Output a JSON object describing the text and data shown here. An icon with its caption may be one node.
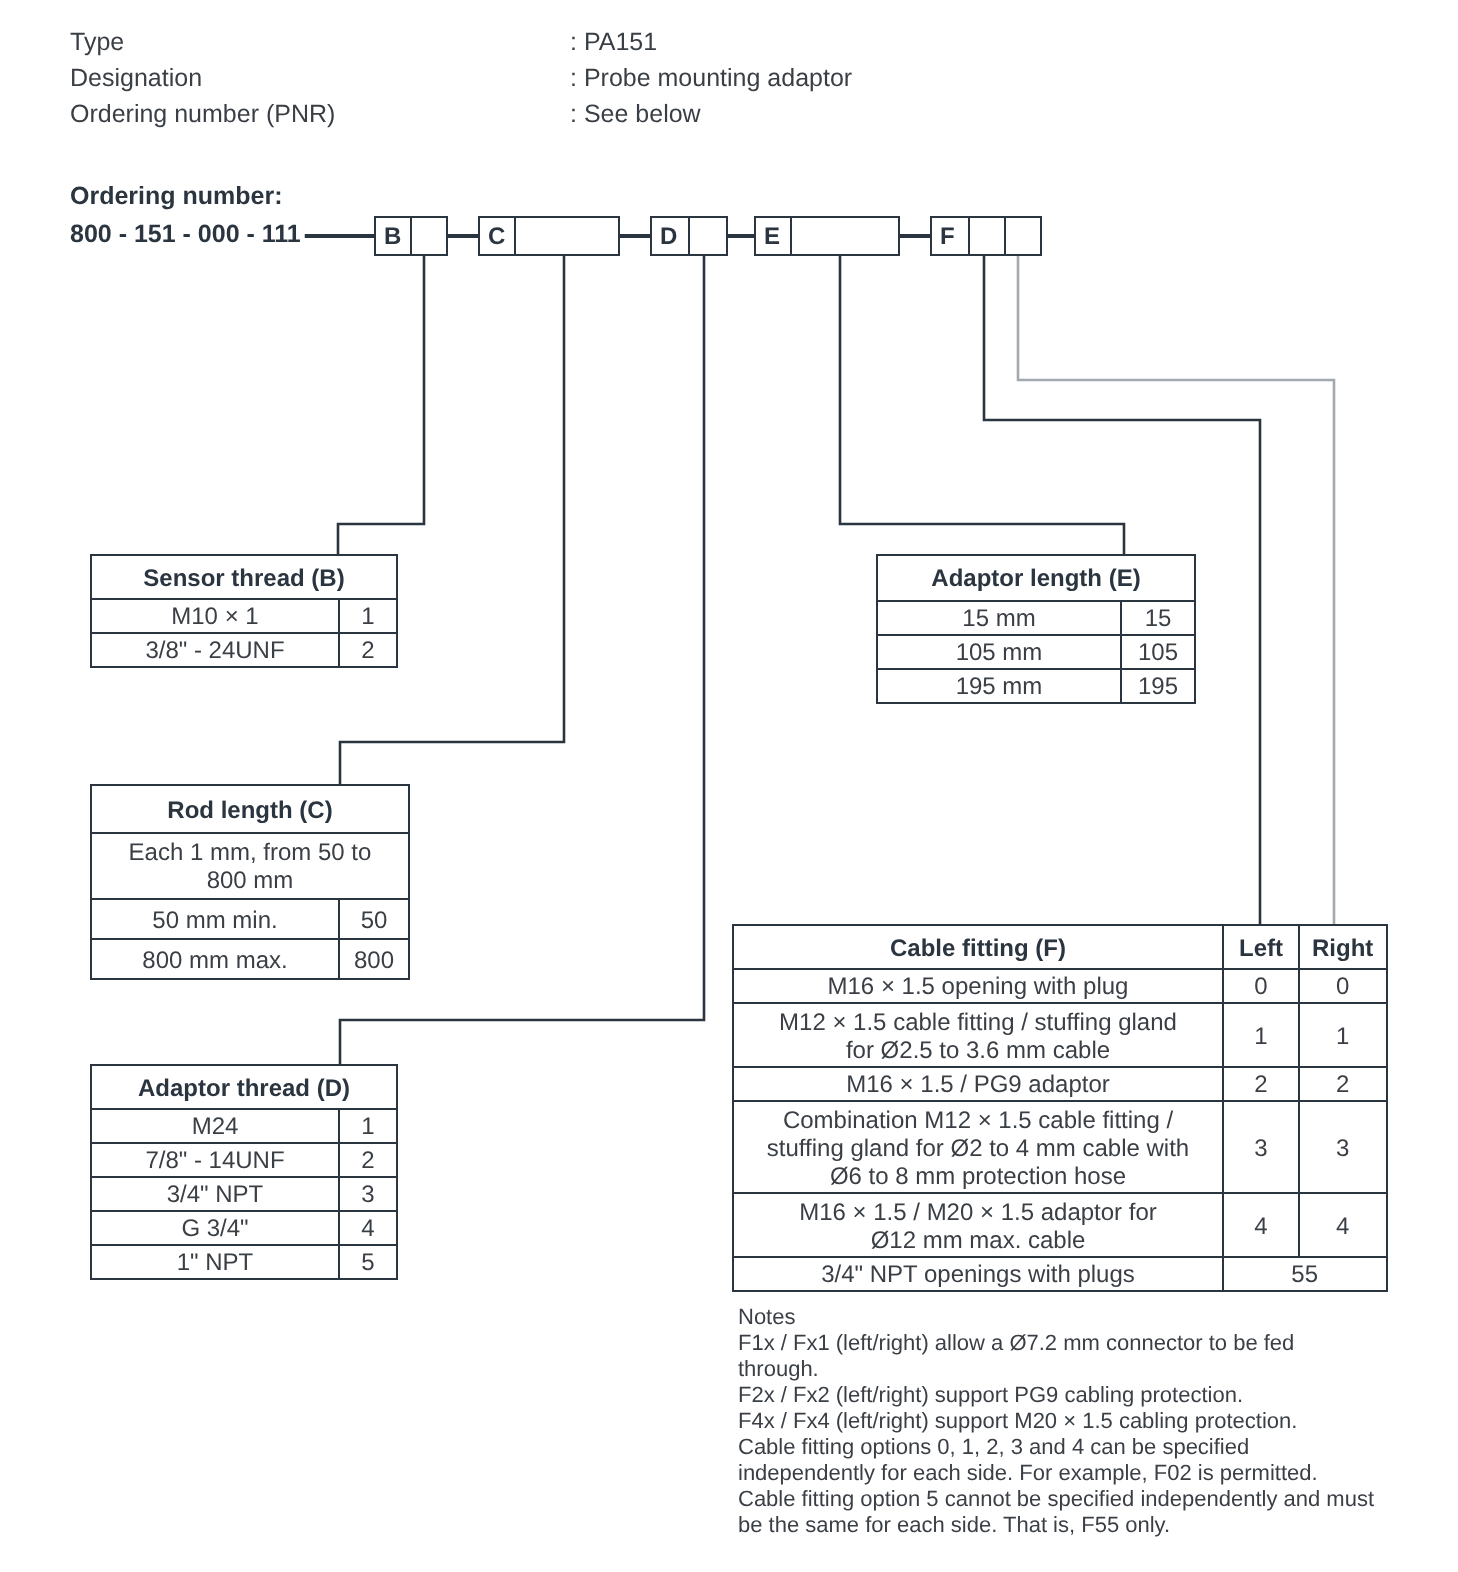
{
  "diagram": {
    "nodes": [
      {
        "text": [
          "800 - 151 - 000 - 111"
        ]
      },
      {
        "text": [
          "B"
        ]
      },
      {
        "text": [
          "C"
        ]
      },
      {
        "text": [
          "D"
        ]
      },
      {
        "text": [
          "E"
        ]
      },
      {
        "text": [
          "F"
        ]
      },
      {
        "text": [
          "Sensor thread (B)",
          "M10 × 1",
          "1",
          "3/8\" - 24UNF",
          "2"
        ]
      },
      {
        "text": [
          "Adaptor length (E)",
          "15 mm",
          "15",
          "105 mm",
          "105",
          "195 mm",
          "195"
        ]
      },
      {
        "text": [
          "Rod length (C)",
          "Each 1 mm, from 50 to 800 mm",
          "50 mm min.",
          "50",
          "800 mm max.",
          "800"
        ]
      },
      {
        "text": [
          "Adaptor thread (D)",
          "M24",
          "1",
          "7/8\" - 14UNF",
          "2",
          "3/4\" NPT",
          "3",
          "G 3/4\"",
          "4",
          "1\" NPT",
          "5"
        ]
      },
      {
        "text": [
          "Cable fitting (F)",
          "Left",
          "Right",
          "M16 × 1.5 opening with plug",
          "0",
          "0",
          "M12 × 1.5 cable fitting / stuffing gland for Ø2.5 to 3.6 mm cable",
          "1",
          "1",
          "M16 × 1.5 / PG9 adaptor",
          "2",
          "2",
          "Combination M12 × 1.5 cable fitting / stuffing gland for Ø2 to 4 mm cable with Ø6 to 8 mm protection hose",
          "3",
          "3",
          "M16 × 1.5 / M20 × 1.5 adaptor for Ø12 mm max. cable",
          "4",
          "4",
          "3/4\" NPT openings with plugs",
          "55"
        ]
      }
    ],
    "edges": [
      {
        "from": 0,
        "to": 1,
        "arrow": "none"
      },
      {
        "from": 1,
        "to": 2,
        "arrow": "none"
      },
      {
        "from": 2,
        "to": 3,
        "arrow": "none"
      },
      {
        "from": 3,
        "to": 4,
        "arrow": "none"
      },
      {
        "from": 4,
        "to": 5,
        "arrow": "none"
      },
      {
        "from": 1,
        "to": 6,
        "arrow": "none"
      },
      {
        "from": 2,
        "to": 8,
        "arrow": "none"
      },
      {
        "from": 3,
        "to": 9,
        "arrow": "none"
      },
      {
        "from": 4,
        "to": 7,
        "arrow": "none"
      },
      {
        "from": 5,
        "to": 10,
        "arrow": "none"
      },
      {
        "from": 5,
        "to": 10,
        "arrow": "none",
        "color": "#a3a9b0"
      }
    ],
    "labels": [
      "Type",
      ": PA151",
      "Designation",
      ": Probe mounting adaptor",
      "Ordering number (PNR)",
      ": See below",
      "Ordering number:",
      "Notes",
      "F1x / Fx1 (left/right) allow a Ø7.2 mm connector to be fed through.",
      "F2x / Fx2 (left/right) support PG9 cabling protection.",
      "F4x / Fx4 (left/right) support M20 × 1.5 cabling protection.",
      "Cable fitting options 0, 1, 2, 3 and 4 can be specified independently for each side. For example, F02 is permitted.",
      "Cable fitting option 5 cannot be specified independently and must be the same for each side. That is, F55 only."
    ]
  }
}
